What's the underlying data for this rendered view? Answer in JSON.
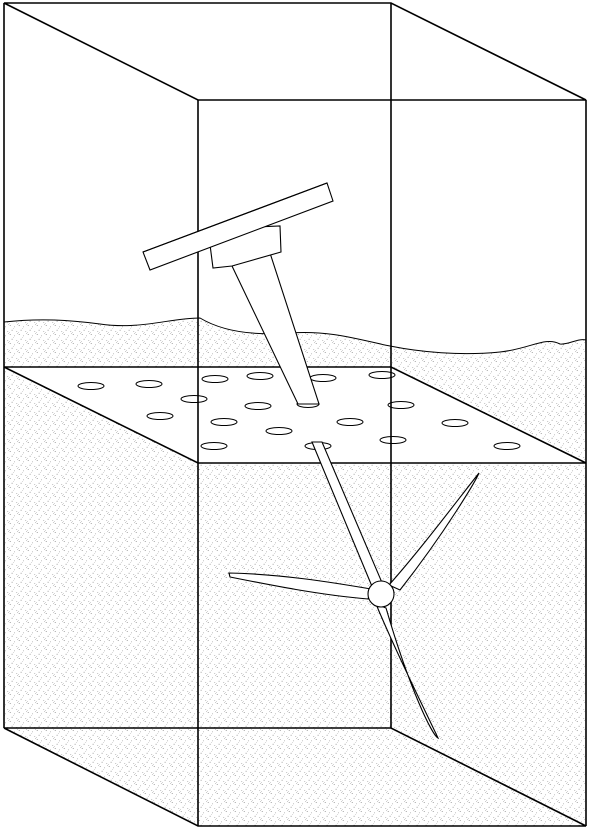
{
  "figure": {
    "description_visible_text": "",
    "colors": {
      "line": "#000000",
      "background": "#ffffff",
      "stipple": "#6e6e6e"
    }
  },
  "parts": {
    "container": "tank-box",
    "divider": "perforated-plate",
    "upper_tool": "tilted-disc-head",
    "lower_tool": "three-blade-impeller",
    "medium": "granular-sediment"
  }
}
